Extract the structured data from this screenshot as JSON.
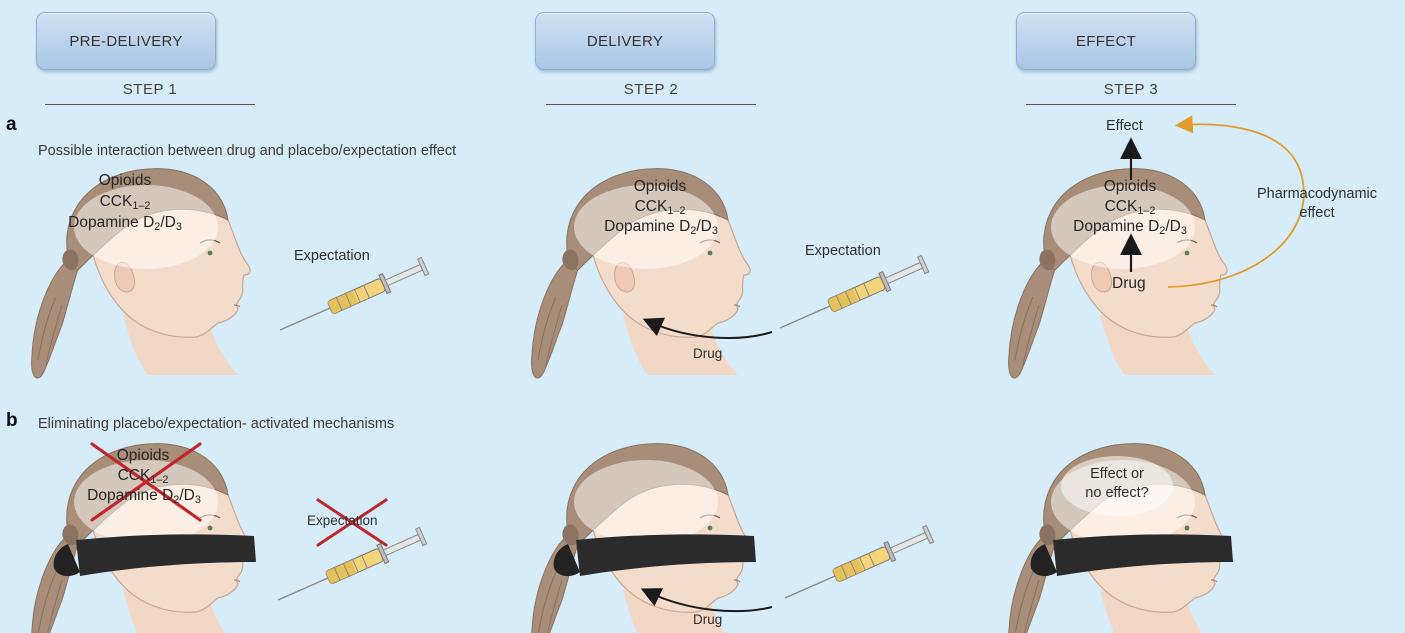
{
  "steps": [
    {
      "box": "PRE-DELIVERY",
      "label": "STEP 1"
    },
    {
      "box": "DELIVERY",
      "label": "STEP 2"
    },
    {
      "box": "EFFECT",
      "label": "STEP 3"
    }
  ],
  "panel_a": {
    "letter": "a",
    "caption": "Possible interaction between drug and placebo/expectation effect",
    "brain_opioids": "Opioids",
    "brain_cck": "CCK",
    "brain_cck_sub": "1–2",
    "brain_dopamine": "Dopamine D",
    "brain_d2_sub": "2",
    "brain_slash": "/D",
    "brain_d3_sub": "3",
    "expectation": "Expectation",
    "drug": "Drug",
    "effect": "Effect",
    "pharmacodynamic_line1": "Pharmacodynamic",
    "pharmacodynamic_line2": "effect"
  },
  "panel_b": {
    "letter": "b",
    "caption": "Eliminating placebo/expectation- activated mechanisms",
    "expectation": "Expectation",
    "drug": "Drug",
    "effect_q_line1": "Effect or",
    "effect_q_line2": "no effect?"
  },
  "colors": {
    "background": "#d6ecf8",
    "hair": "#a88e78",
    "skin": "#f4dcca",
    "cross": "#c0272d",
    "orange_arrow": "#e39b2b",
    "blindfold": "#2b2b2b"
  }
}
